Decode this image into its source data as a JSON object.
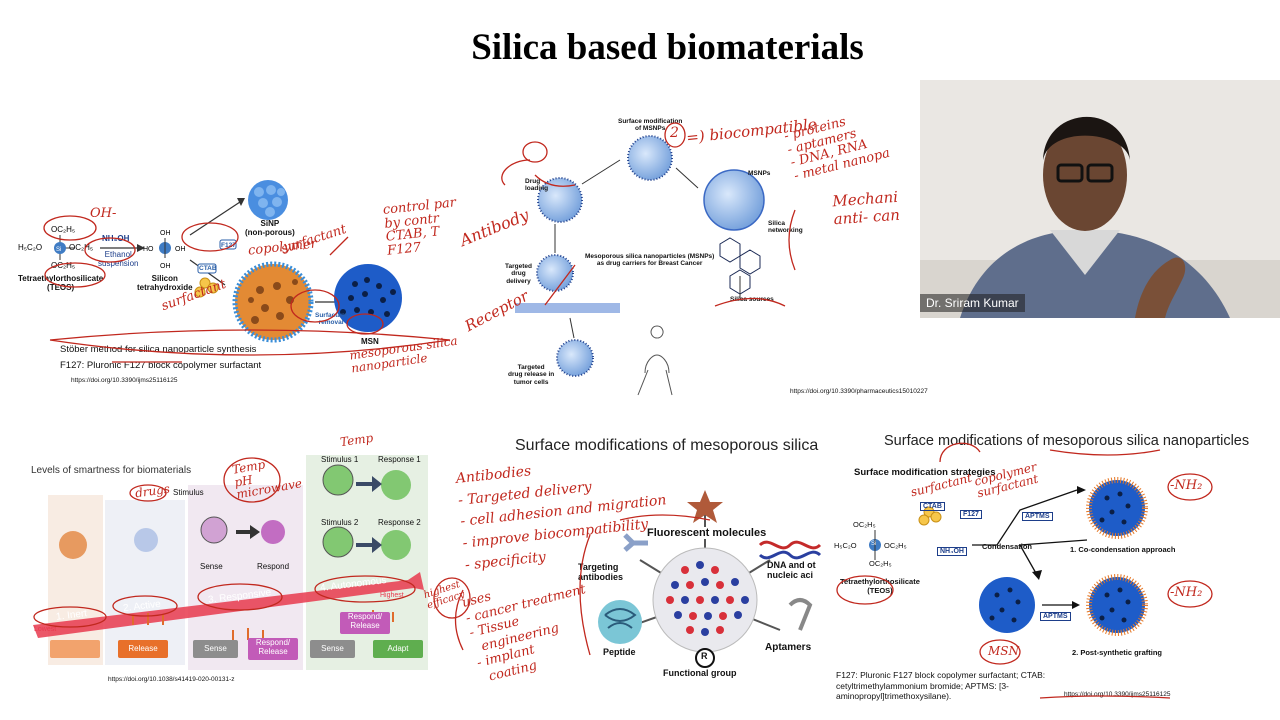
{
  "slide": {
    "title": "Silica based biomaterials"
  },
  "video": {
    "presenter_name": "Dr. Sriram Kumar"
  },
  "fig1": {
    "teos_formula_left": "H₅C₂O",
    "teos_formula_r1": "OC₂H₅",
    "teos_formula_r2": "OC₂H₅",
    "teos_formula_r3": "OC₂H₅",
    "si": "Si",
    "teos_label": "Tetraethylorthosilicate\n(TEOS)",
    "nh4oh": "NH₄OH",
    "ethanol": "Ethanol\nsuspension",
    "silicon_label": "Silicon\ntetrahydroxide",
    "oh": "OH",
    "ho": "HO",
    "sinp": "SiNP\n(non-porous)",
    "f127": "F127",
    "ctab": "CTAB",
    "surfactant_removal": "Surfactant\nremoval",
    "msn": "MSN",
    "caption1": "Stöber method for silica nanoparticle synthesis",
    "caption2": "F127: Pluronic F127 block copolymer surfactant",
    "doi": "https://doi.org/10.3390/ijms25116125"
  },
  "fig2": {
    "surface_mod": "Surface modification\nof MSNPs",
    "drug_loading": "Drug\nloading",
    "msnps": "MSNPs",
    "silica_networking": "Silica\nnetworking",
    "center_title": "Mesoporous silica nanoparticles (MSNPs)\nas drug carriers for Breast Cancer",
    "targeted_delivery": "Targeted\ndrug\ndelivery",
    "silica_sources": "Silica sources",
    "targeted_release": "Targeted\ndrug release in\ntumor cells",
    "doi": "https://doi.org/10.3390/pharmaceutics15010227"
  },
  "fig3": {
    "title": "Levels of smartness for biomaterials",
    "stimulus": "Stimulus",
    "stimulus1": "Stimulus 1",
    "stimulus2": "Stimulus 2",
    "response1": "Response 1",
    "response2": "Response 2",
    "sense": "Sense",
    "respond": "Respond",
    "levels": [
      "1. Inert",
      "2. Active",
      "3. Responsive",
      "4. Autonomous"
    ],
    "lowest": "Lowest",
    "highest": "Highest",
    "release": "Release",
    "sense_btn": "Sense",
    "respond_release": "Respond/\nRelease",
    "sense_btn2": "Sense",
    "respond_release2": "Respond/\nRelease",
    "adapt": "Adapt",
    "doi": "https://doi.org/10.1038/s41419-020-00131-z"
  },
  "fig4": {
    "title": "Surface modifications of mesoporous silica",
    "fluorescent": "Fluorescent molecules",
    "targeting": "Targeting\nantibodies",
    "dna": "DNA and ot\nnucleic aci",
    "peptide": "Peptide",
    "aptamers": "Aptamers",
    "functional": "Functional group",
    "r": "R"
  },
  "fig5": {
    "title": "Surface modifications of mesoporous silica nanoparticles",
    "strategies": "Surface modification strategies",
    "ctab": "CTAB",
    "f127": "F127",
    "aptms": "APTMS",
    "aptms2": "APTMS",
    "nh4oh": "NH₄OH",
    "condensation": "Condensation",
    "teos_label": "Tetraethylorthosilicate\n(TEOS)",
    "left": "H₅C₂O",
    "r1": "OC₂H₅",
    "r2": "OC₂H₅",
    "r3": "OC₂H₅",
    "si": "Si",
    "co_cond": "1. Co-condensation approach",
    "post_graft": "2. Post-synthetic grafting",
    "footnote": "F127: Pluronic F127 block copolymer surfactant; CTAB:\ncetyltrimethylammonium bromide; APTMS: [3-\naminopropyl]trimethoxysilane).",
    "doi": "https://doi.org/10.3390/ijms25116125"
  },
  "annotations": {
    "oh": "OH-",
    "control": "control par\nby contr\nCTAB, T\nF127",
    "copolymer": "copolymer",
    "surfactant": "surfactant",
    "surfactant2": "surfactant",
    "msn_note": "mesoporous silica\nnanoparticle",
    "antibody": "Antibody",
    "receptor": "Receptor",
    "two": "2",
    "biocompat": "=) biocompatible",
    "list": "- proteins\n- aptamers\n- DNA, RNA\n- metal nanopa",
    "mech": "Mechani\nanti- can",
    "drugs": "drugs",
    "temp": "Temp\npH\nmicrowave",
    "temp2": "Temp",
    "high_eff": "highest\nefficacy",
    "left_list": "Antibodies\n- Targeted delivery\n- cell adhesion and migration\n- improve biocompatibility\n- specificity",
    "uses": "uses\n- cancer treatment\n- Tissue\n  engineering\n- implant\n  coating",
    "surf3": "surfactant",
    "copoly2": "copolymer\nsurfactant",
    "nh2a": "-NH₂",
    "nh2b": "-NH₂",
    "msn3": "MSN"
  }
}
